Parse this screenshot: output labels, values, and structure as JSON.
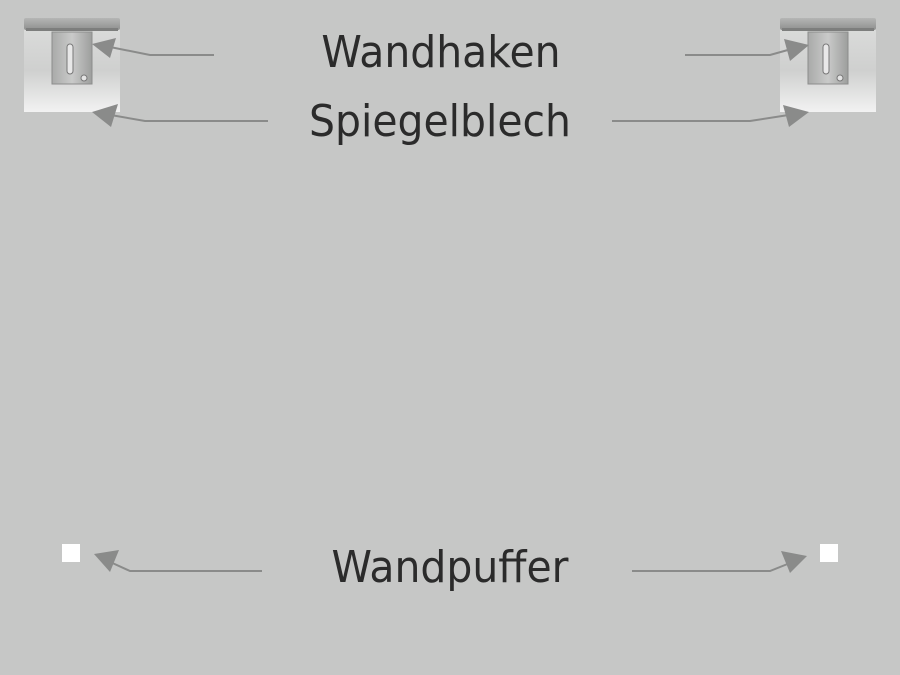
{
  "labels": {
    "wall_hook": "Wandhaken",
    "mirror_plate": "Spiegelblech",
    "wall_buffer": "Wandpuffer"
  },
  "colors": {
    "background": "#c6c7c6",
    "arrow": "#8a8b8a",
    "text": "#2b2b2b",
    "pad": "#ffffff"
  },
  "icons": {
    "bracket": "wall-hook-bracket-icon",
    "buffer": "wall-buffer-pad-icon"
  }
}
